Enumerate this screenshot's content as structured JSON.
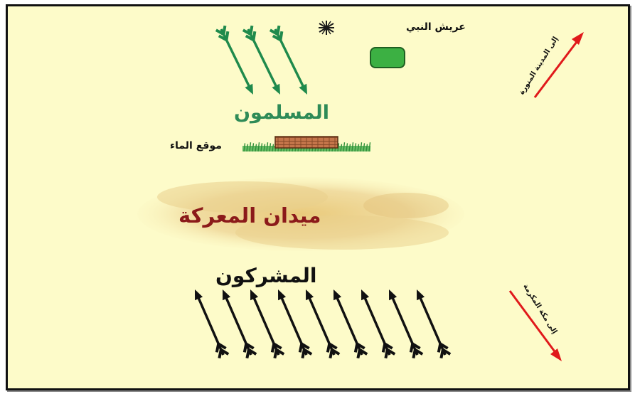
{
  "labels": {
    "prophet_shelter": "عريش النبي",
    "muslims": "المسلمون",
    "water_location": "موقع الماء",
    "battlefield": "ميدان المعركة",
    "polytheists": "المشركون",
    "to_madinah": "إلى المدينة المنورة",
    "to_makkah": "إلى مكة المكرمة"
  },
  "forces": {
    "muslims": {
      "arrow_count": 3,
      "color": "#1f8a4c"
    },
    "polytheists": {
      "arrow_count": 9,
      "color": "#111111"
    }
  },
  "colors": {
    "background": "#fdfbc9",
    "muslims_text": "#2e8b57",
    "battlefield_text": "#8b1a1a",
    "direction_arrow": "#e0191b",
    "shelter_box": "#3cb043",
    "water_well": "#c4754a",
    "grass": "#4caf50",
    "sand": "#e9cf88"
  },
  "icons": {
    "shelter": "green-rounded-square",
    "palm": "palm-tree-icon",
    "well": "brick-well-icon"
  }
}
